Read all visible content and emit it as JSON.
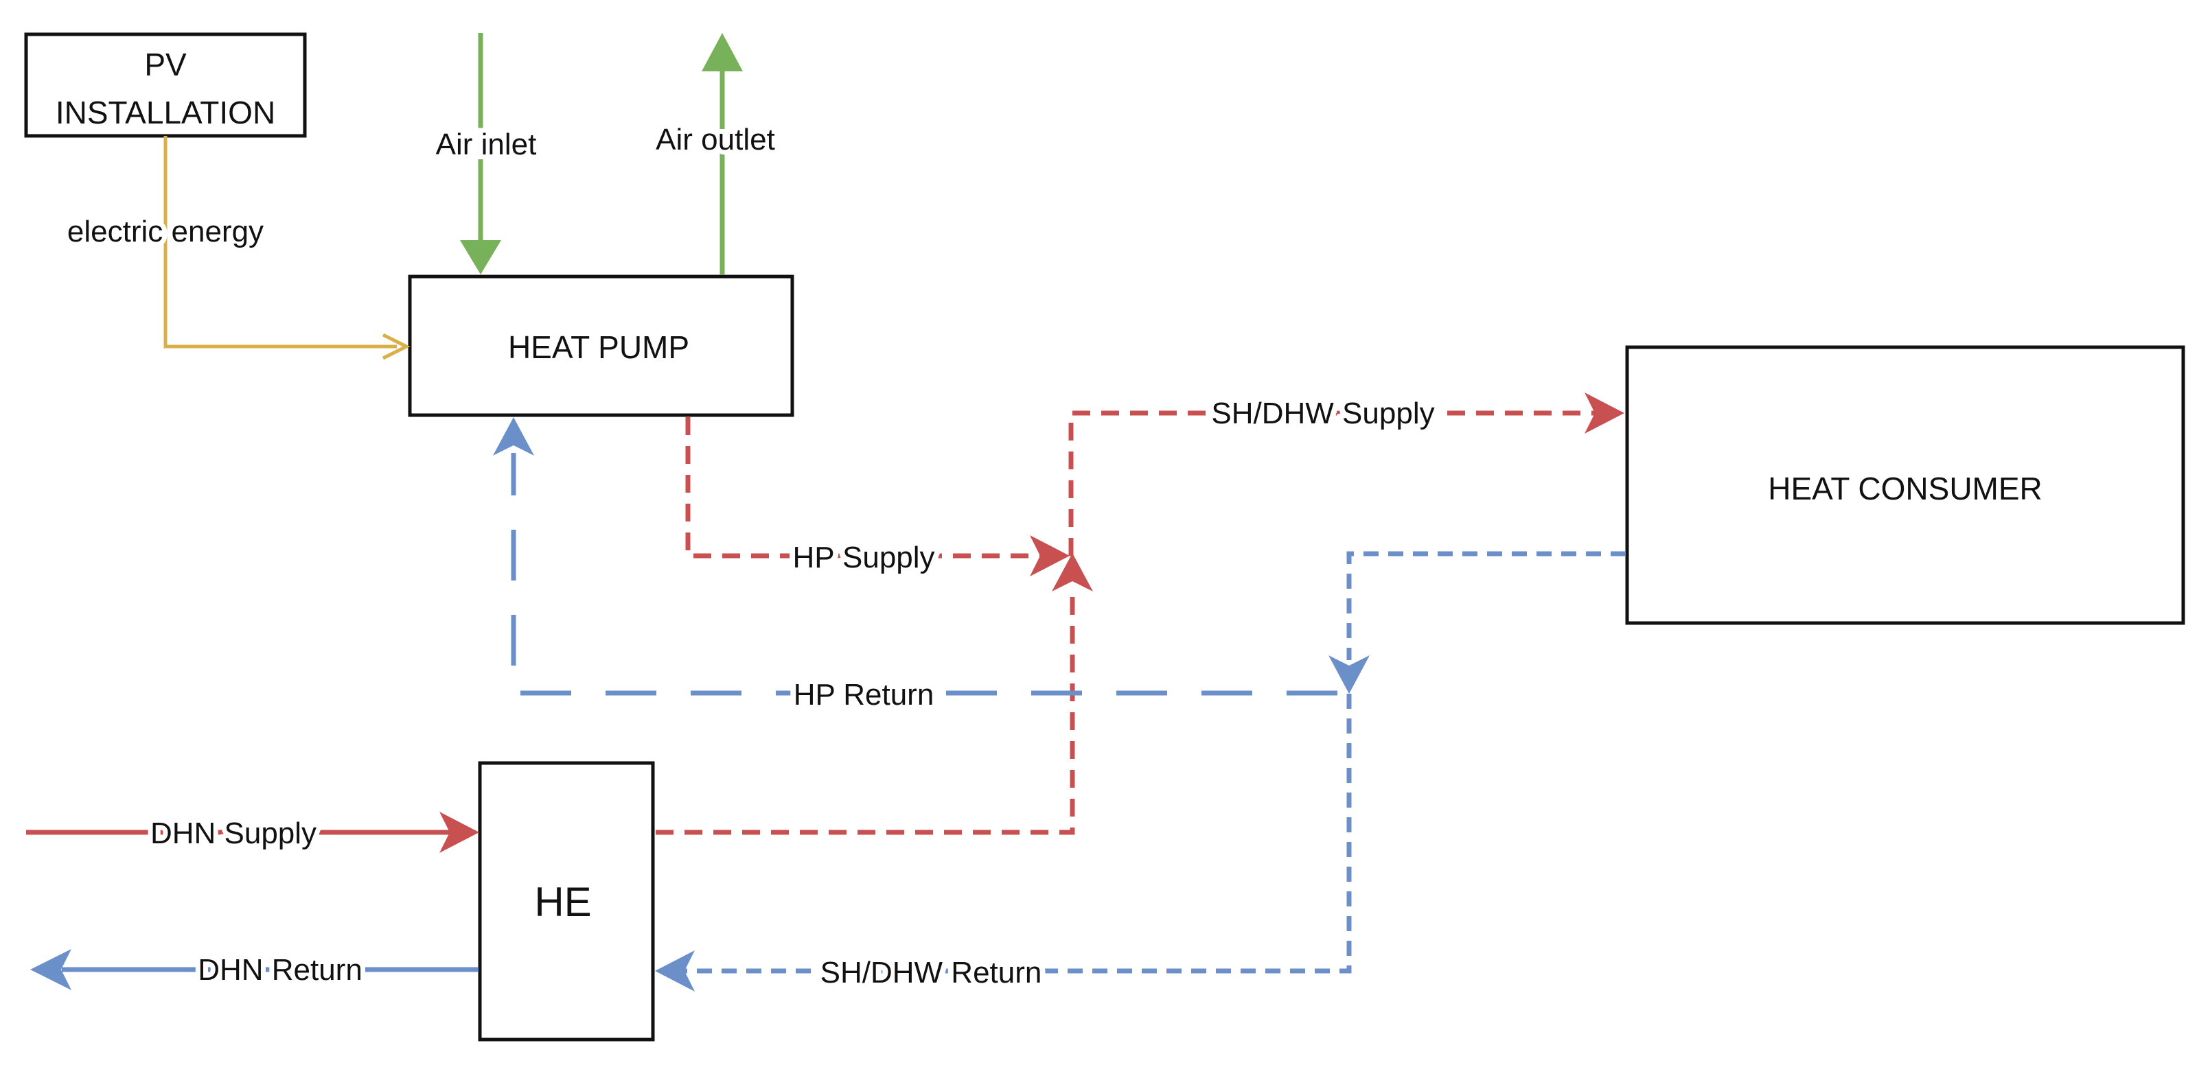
{
  "nodes": {
    "pv": {
      "line1": "PV",
      "line2": "INSTALLATION"
    },
    "heat_pump": {
      "label": "HEAT PUMP"
    },
    "heat_consumer": {
      "label": "HEAT CONSUMER"
    },
    "he": {
      "label": "HE"
    }
  },
  "edges": {
    "electric_energy": "electric energy",
    "air_inlet": "Air inlet",
    "air_outlet": "Air outlet",
    "hp_supply": "HP Supply",
    "hp_return": "HP Return",
    "sh_dhw_supply": "SH/DHW Supply",
    "sh_dhw_return": "SH/DHW Return",
    "dhn_supply": "DHN Supply",
    "dhn_return": "DHN Return"
  },
  "colors": {
    "supply": "#c85050",
    "return": "#6b8fc9",
    "air": "#77b25a",
    "electric": "#d9b048"
  }
}
